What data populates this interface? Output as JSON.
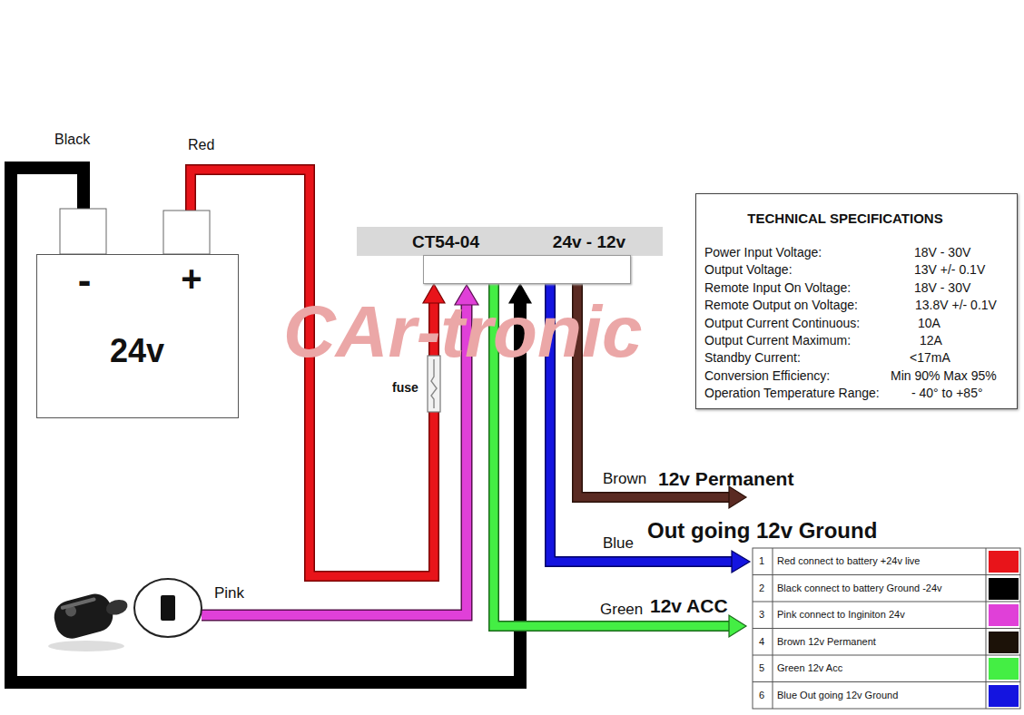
{
  "diagram": {
    "nodes": [
      {
        "text": [
          "-",
          "+",
          "24v"
        ]
      },
      {
        "text": [
          "CT54-04",
          "24v - 12v"
        ]
      },
      {
        "text": [
          "TECHNICAL SPECIFICATIONS",
          "Power Input Voltage:",
          "18V - 30V",
          "Output Voltage:",
          "13V +/- 0.1V",
          "Remote Input On Voltage:",
          "18V - 30V",
          "Remote Output on Voltage:",
          "13.8V +/- 0.1V",
          "Output Current Continuous:",
          "10A",
          "Output Current Maximum:",
          "12A",
          "Standby Current:",
          "<17mA",
          "Conversion Efficiency:",
          "Min 90% Max 95%",
          "Operation Temperature Range:",
          "- 40° to +85°"
        ]
      }
    ],
    "edges": [
      {
        "from": 0,
        "to": 1,
        "arrow": "to"
      },
      {
        "from": 0,
        "to": 1,
        "arrow": "to"
      }
    ],
    "labels": [
      "Black",
      "Red",
      "fuse",
      "Brown",
      "12v Permanent",
      "Blue",
      "Out going 12v Ground",
      "Pink",
      "Green",
      "12v ACC",
      "CAr-tronic",
      "1",
      "2",
      "3",
      "4",
      "5",
      "6"
    ],
    "legend": [
      {
        "text": "Red connect to battery +24v live",
        "color": "#e8141a"
      },
      {
        "text": "Black connect to battery Ground -24v",
        "color": "#000000"
      },
      {
        "text": "Pink connect to Inginiton 24v",
        "color": "#e040d8"
      },
      {
        "text": "Brown 12v Permanent",
        "color": "#1c1208"
      },
      {
        "text": "Green 12v Acc",
        "color": "#44ee44"
      },
      {
        "text": "Blue Out going 12v Ground",
        "color": "#1414e0"
      }
    ]
  }
}
